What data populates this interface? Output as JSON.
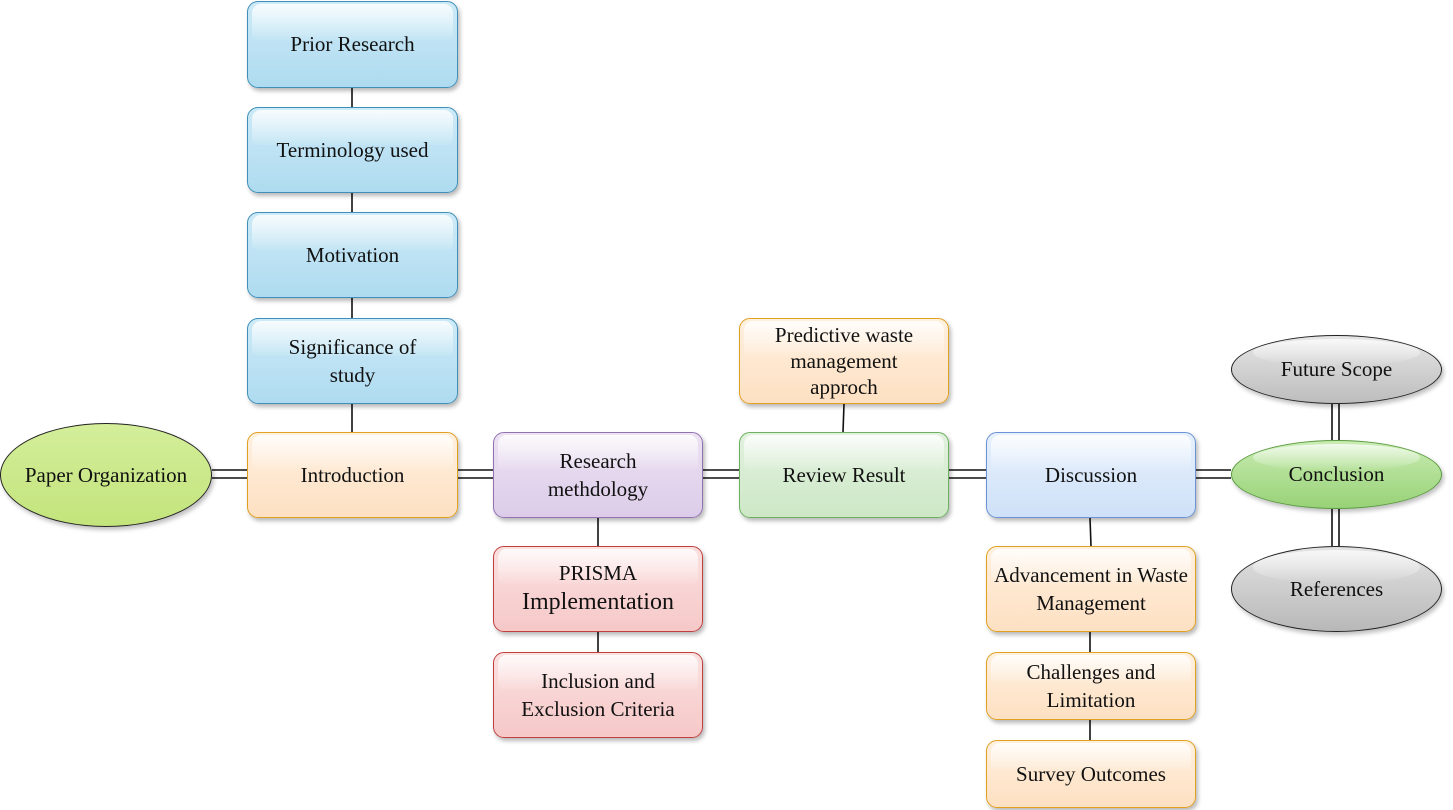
{
  "colors": {
    "introduction": "#fde0c2",
    "subtopics": "#aedbf0",
    "methodology": "#dccce9",
    "prisma": "#f6c8c8",
    "review": "#cde8c6",
    "discussion": "#cfe1f8",
    "conclusion": "#a9dc88",
    "paper_organization": "#c9e886",
    "gray_nodes": "#cfcfcf"
  },
  "root": {
    "label": "Paper Organization"
  },
  "introduction": {
    "label": "Introduction",
    "subtopics": [
      "Prior Research",
      "Terminology used",
      "Motivation",
      "Significance of study"
    ]
  },
  "methodology": {
    "label": "Research methdology",
    "subtopics": [
      "PRISMA",
      "Implementation",
      "Inclusion and Exclusion Criteria"
    ]
  },
  "review": {
    "label": "Review Result",
    "subtopics": [
      "Predictive waste management approch"
    ]
  },
  "discussion": {
    "label": "Discussion",
    "subtopics": [
      "Advancement in Waste Management",
      "Challenges and Limitation",
      "Survey Outcomes"
    ]
  },
  "conclusion": {
    "label": "Conclusion",
    "subtopics": [
      "Future Scope",
      "References"
    ]
  }
}
